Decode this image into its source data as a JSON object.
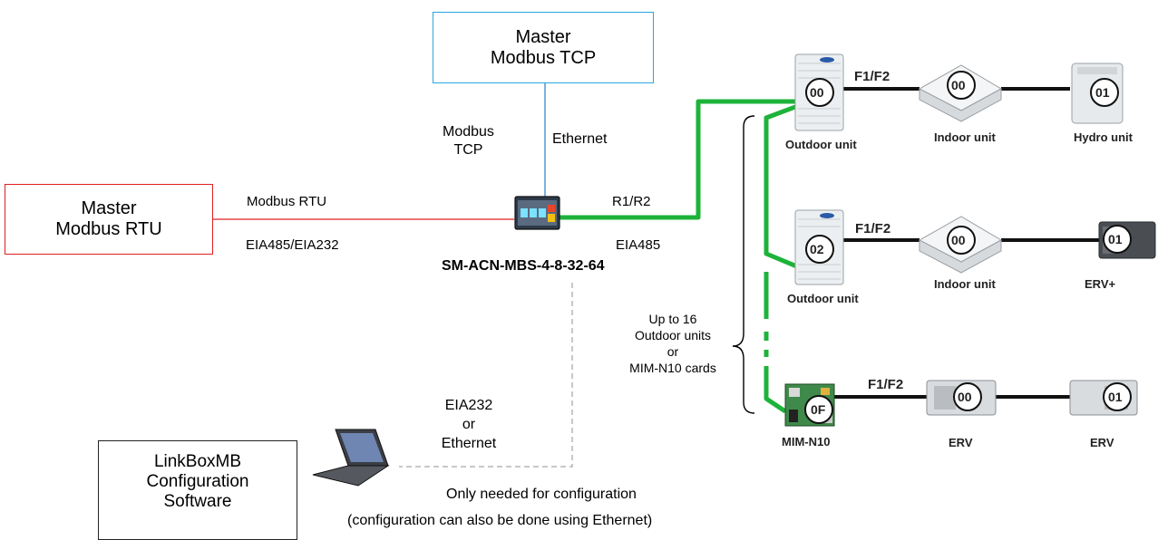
{
  "masters": {
    "tcp": {
      "line1": "Master",
      "line2": "Modbus TCP",
      "color": "#29a7df"
    },
    "rtu": {
      "line1": "Master",
      "line2": "Modbus RTU",
      "color": "#e02020"
    }
  },
  "links": {
    "tcp_protocol": [
      "Modbus",
      "TCP"
    ],
    "tcp_medium": "Ethernet",
    "rtu_protocol": "Modbus RTU",
    "rtu_medium": "EIA485/EIA232",
    "bus_name": "R1/R2",
    "bus_medium": "EIA485",
    "config_medium": [
      "EIA232",
      "or",
      "Ethernet"
    ]
  },
  "gateway": {
    "name": "SM-ACN-MBS-4-8-32-64"
  },
  "bus_note": [
    "Up to 16",
    "Outdoor units",
    "or",
    "MIM-N10 cards"
  ],
  "config": {
    "software": [
      "LinkBoxMB",
      "Configuration",
      "Software"
    ],
    "note_line1": "Only needed for configuration",
    "note_line2": "(configuration can also be done using Ethernet)"
  },
  "rows": [
    {
      "master": {
        "addr": "00",
        "label": "Outdoor unit"
      },
      "line": "F1/F2",
      "units": [
        {
          "addr": "00",
          "label": "Indoor unit"
        },
        {
          "addr": "01",
          "label": "Hydro unit"
        }
      ]
    },
    {
      "master": {
        "addr": "02",
        "label": "Outdoor unit"
      },
      "line": "F1/F2",
      "units": [
        {
          "addr": "00",
          "label": "Indoor unit"
        },
        {
          "addr": "01",
          "label": "ERV+"
        }
      ]
    },
    {
      "master": {
        "addr": "0F",
        "label": "MIM-N10"
      },
      "line": "F1/F2",
      "units": [
        {
          "addr": "00",
          "label": "ERV"
        },
        {
          "addr": "01",
          "label": "ERV"
        }
      ]
    }
  ],
  "colors": {
    "bus_green": "#1db33a",
    "ethernet_blue": "#3a86c8",
    "dashed_gray": "#b5b5b5",
    "rtu_red": "#e02020"
  }
}
